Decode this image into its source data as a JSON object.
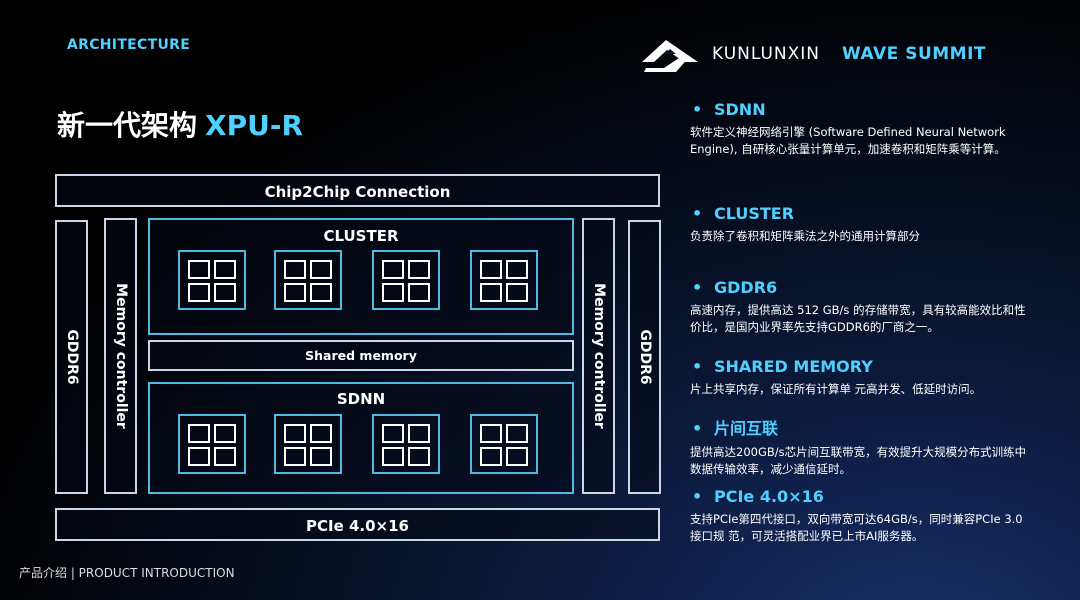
{
  "header": {
    "section_tag": "ARCHITECTURE",
    "brand": "KUNLUNXIN",
    "event": "WAVE SUMMIT"
  },
  "title": {
    "main": "新一代架构",
    "accent": "XPU-R"
  },
  "diagram": {
    "top_bar": "Chip2Chip Connection",
    "bottom_bar": "PCIe 4.0×16",
    "left_outer": "GDDR6",
    "left_inner": "Memory controller",
    "right_inner": "Memory controller",
    "right_outer": "GDDR6",
    "cluster_label": "CLUSTER",
    "shared_label": "Shared memory",
    "sdnn_label": "SDNN"
  },
  "features": [
    {
      "title": "SDNN",
      "desc": "软件定义神经网络引擎 (Software Defined Neural Network Engine), 自研核心张量计算单元，加速卷积和矩阵乘等计算。"
    },
    {
      "title": "CLUSTER",
      "desc": "负责除了卷积和矩阵乘法之外的通用计算部分"
    },
    {
      "title": "GDDR6",
      "desc": "高速内存，提供高达 512 GB/s 的存储带宽，具有较高能效比和性价比，是国内业界率先支持GDDR6的厂商之一。"
    },
    {
      "title": "SHARED MEMORY",
      "desc": "片上共享内存，保证所有计算单 元高并发、低延时访问。"
    },
    {
      "title": "片间互联",
      "desc": "提供高达200GB/s芯片间互联带宽，有效提升大规模分布式训练中数据传输效率，减少通信延时。"
    },
    {
      "title": "PCIe 4.0×16",
      "desc": "支持PCIe第四代接口，双向带宽可达64GB/s，同时兼容PCIe 3.0 接口规 范，可灵活搭配业界已上市AI服务器。"
    }
  ],
  "footer": "产品介绍 | PRODUCT INTRODUCTION",
  "colors": {
    "accent": "#4fd0ff",
    "line_blue": "#4dbbe0",
    "line_white": "#c9d6e6"
  },
  "icons": [
    "kunlunxin-logo-icon"
  ]
}
